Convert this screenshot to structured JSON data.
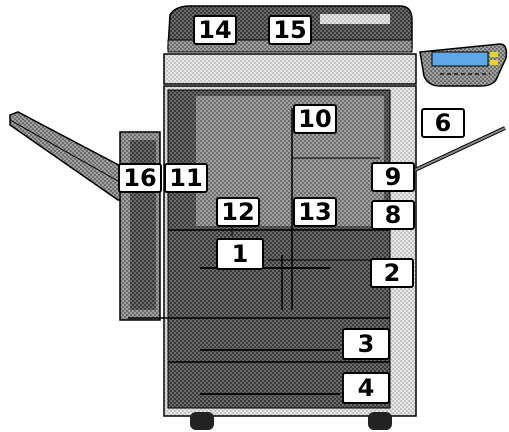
{
  "diagram": {
    "callouts": {
      "c1": "1",
      "c2": "2",
      "c3": "3",
      "c4": "4",
      "c6": "6",
      "c8": "8",
      "c9": "9",
      "c10": "10",
      "c11": "11",
      "c12": "12",
      "c13": "13",
      "c14": "14",
      "c15": "15",
      "c16": "16"
    },
    "colors": {
      "body_dark": "#5a5a5a",
      "body_mid": "#8a8a8a",
      "body_light": "#cfcfcf",
      "outline": "#000000",
      "panel_blue": "#5fa8e8",
      "accent_yellow": "#e8d23a"
    }
  }
}
